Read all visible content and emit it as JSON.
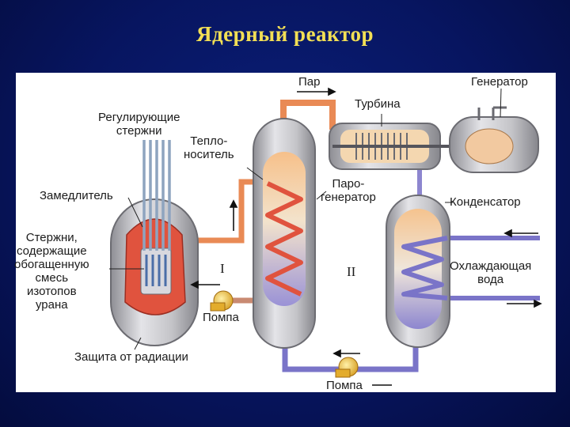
{
  "title": "Ядерный реактор",
  "labels": {
    "steam": "Пар",
    "generator": "Генератор",
    "turbine": "Турбина",
    "control_rods": "Регулирующие\nстержни",
    "coolant": "Тепло-\nноситель",
    "moderator": "Замедлитель",
    "fuel_rods": "Стержни,\nсодержащие\nобогащенную\nсмесь\nизотопов\nурана",
    "steam_generator": "Паро-\nгенератор",
    "condenser": "Конденсатор",
    "cooling_water": "Охлаждающая\nвода",
    "circuit_one": "I",
    "circuit_two": "II",
    "pump_one": "Помпа",
    "pump_two": "Помпа",
    "radiation_shield": "Защита от радиации"
  },
  "colors": {
    "background": "#071560",
    "title": "#f2df55",
    "hot_pipe": "#e98a55",
    "cold_pipe": "#7a74c8",
    "vessel": "#b9b9bd",
    "core": "#e0533e",
    "pump": "#f0c43a"
  },
  "icons": [
    "arrow-icon",
    "pump-icon"
  ]
}
